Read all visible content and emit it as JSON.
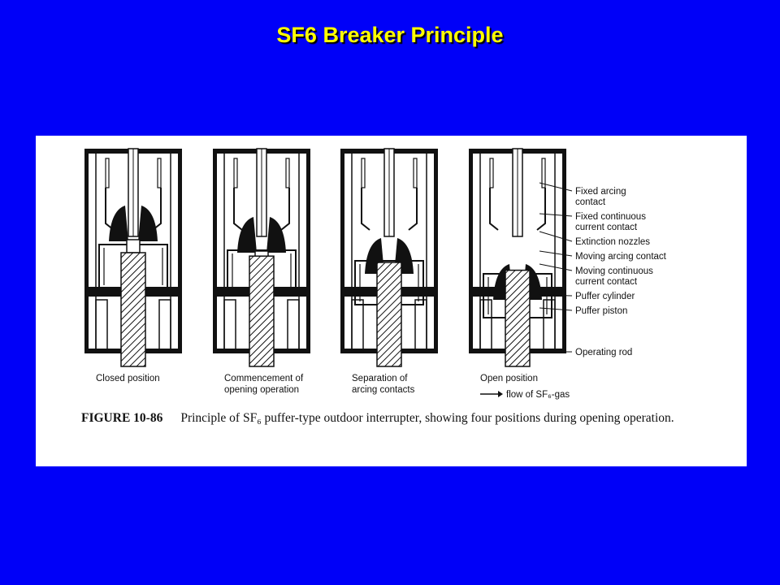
{
  "slide": {
    "title": "SF6 Breaker Principle",
    "background_color": "#0000f8",
    "title_color": "#ffff00"
  },
  "figure": {
    "positions": [
      {
        "name": "closed",
        "label_lines": [
          "Closed position"
        ]
      },
      {
        "name": "commencement",
        "label_lines": [
          "Commencement of",
          "opening operation"
        ]
      },
      {
        "name": "separation",
        "label_lines": [
          "Separation of",
          "arcing contacts"
        ]
      },
      {
        "name": "open",
        "label_lines": [
          "Open position"
        ]
      }
    ],
    "flow_note": "flow of SF₆-gas",
    "parts": [
      {
        "name": "fixed-arcing-contact",
        "lines": [
          "Fixed arcing",
          "contact"
        ]
      },
      {
        "name": "fixed-continuous-current-contact",
        "lines": [
          "Fixed continuous",
          "current contact"
        ]
      },
      {
        "name": "extinction-nozzles",
        "lines": [
          "Extinction nozzles"
        ]
      },
      {
        "name": "moving-arcing-contact",
        "lines": [
          "Moving arcing contact"
        ]
      },
      {
        "name": "moving-continuous-current-contact",
        "lines": [
          "Moving continuous",
          "current contact"
        ]
      },
      {
        "name": "puffer-cylinder",
        "lines": [
          "Puffer cylinder"
        ]
      },
      {
        "name": "puffer-piston",
        "lines": [
          "Puffer piston"
        ]
      },
      {
        "name": "operating-rod",
        "lines": [
          "Operating rod"
        ]
      }
    ],
    "caption": {
      "number": "FIGURE 10-86",
      "text": "Principle of SF₆ puffer-type outdoor interrupter, showing four positions during opening operation."
    }
  }
}
